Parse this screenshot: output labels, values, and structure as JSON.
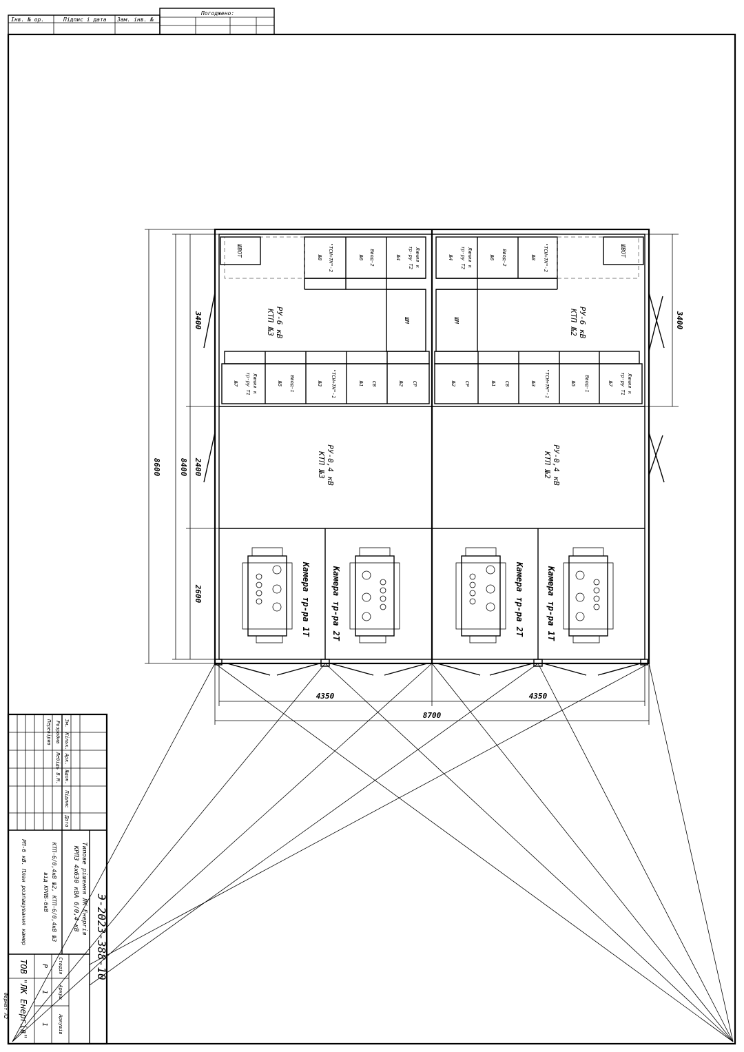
{
  "stamp_top": {
    "inv_no": "Інв. № ор.",
    "sign_date": "Підпис і дата",
    "repl_inv": "Зам. інв. №",
    "agreed": "Погоджено:"
  },
  "rooms": {
    "rp_kt3_title": "РУ-6 кВ",
    "rp_kt3_sub": "КТП №3",
    "rp_kt2_title": "РУ-6 кВ",
    "rp_kt2_sub": "КТП №2",
    "lv_kt3_title": "РУ-0,4 кВ",
    "lv_kt3_sub": "КТП №3",
    "lv_kt2_title": "РУ-0,4 кВ",
    "lv_kt2_sub": "КТП №2",
    "cam_1t": "Камера тр-ра 1Т",
    "cam_2t_a": "Камера тр-ра 2Т",
    "cam_2t_b": "Камера тр-ра 2Т",
    "cam_1t_b": "Камера тр-ра 1Т",
    "shvot": "ШВОТ",
    "shm": "ШМ"
  },
  "cells_top": {
    "tsn2": "\"ТСН+ТН\"-2",
    "n8": "№8",
    "vvod2": "Ввод-2",
    "n6": "№6",
    "line_t2_a": "Линия к",
    "line_t2_b": "тр-ру Т2",
    "n4": "№4"
  },
  "cells_bottom": {
    "line_t1_a": "Линия к",
    "line_t1_b": "тр-ру Т1",
    "n7": "№7",
    "vvod1": "Ввод-1",
    "n5": "№5",
    "tsn1": "\"ТСН+ТН\"-1",
    "n3": "№3",
    "sv": "СВ",
    "n1": "№1",
    "sr": "СР",
    "n2": "№2"
  },
  "dims": {
    "d8600": "8600",
    "d8400": "8400",
    "d3400_l": "3400",
    "d2400": "2400",
    "d2600": "2600",
    "d3400_r": "3400",
    "d4350_l": "4350",
    "d4350_r": "4350",
    "d8700": "8700"
  },
  "title_block": {
    "code": "Э-2023-388-10",
    "desc1": "Типове рішення ЛК Енергія",
    "desc2": "КРПЗ 4х630 кВА 6/0,4 кВ",
    "sheet_name1": "КТП-6/0,4кВ №2, КТП-6/0,4кВ №3",
    "sheet_name2": "від КРПБ-6кВ",
    "plan": "РП-6 кВ. План розпашування камер",
    "company": "ТОВ \"ЛК Енергія\"",
    "stage_h": "Стадія",
    "sheet_h": "Аркуш",
    "sheets_h": "Аркушів",
    "stage": "Р",
    "sheet": "1",
    "sheets": "1",
    "h_zm": "Зм.",
    "h_kilk": "Кільк.",
    "h_ark": "Арк.",
    "h_ndok": "№док.",
    "h_pidpys": "Підпис",
    "h_data": "Дата",
    "razrob": "Розробив",
    "perevir": "Перевірив",
    "razrob_name": "Лебідь В.М.",
    "format": "Формат А2"
  }
}
